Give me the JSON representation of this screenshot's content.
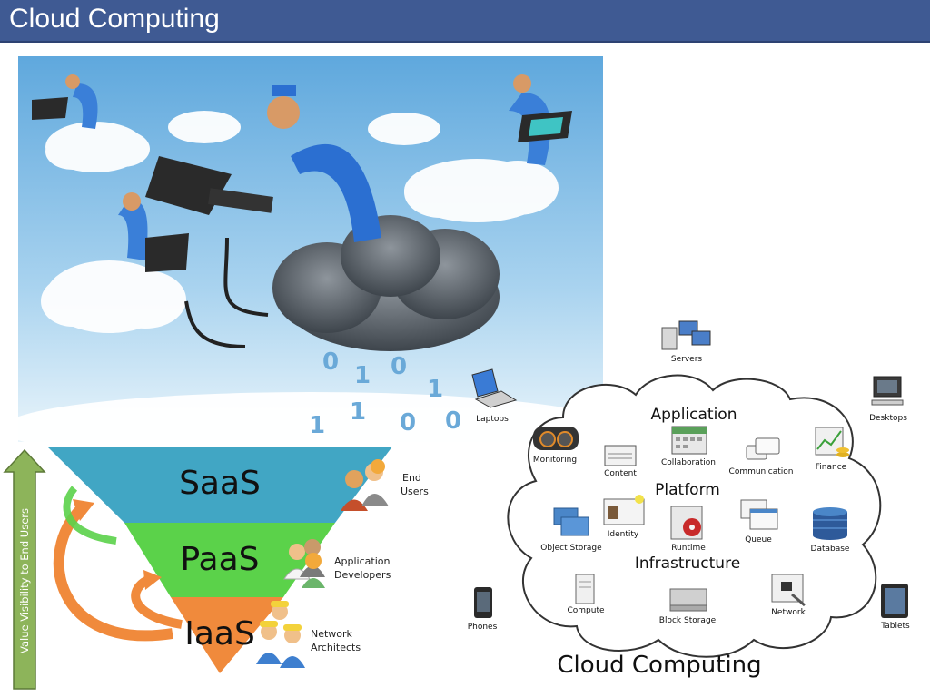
{
  "slide": {
    "title": "Cloud Computing"
  },
  "pyramid": {
    "axis_label": "Value Visibility to End Users",
    "tiers": [
      {
        "name": "SaaS",
        "audience_line1": "End",
        "audience_line2": "Users",
        "color": "#41a6c4"
      },
      {
        "name": "PaaS",
        "audience_line1": "Application",
        "audience_line2": "Developers",
        "color": "#5bd24a"
      },
      {
        "name": "IaaS",
        "audience_line1": "Network",
        "audience_line2": "Architects",
        "color": "#f08a3c"
      }
    ]
  },
  "cloud": {
    "caption": "Cloud Computing",
    "layers": {
      "application": "Application",
      "platform": "Platform",
      "infrastructure": "Infrastructure"
    },
    "devices": {
      "servers": "Servers",
      "laptops": "Laptops",
      "desktops": "Desktops",
      "phones": "Phones",
      "tablets": "Tablets"
    },
    "application_items": {
      "monitoring": "Monitoring",
      "content": "Content",
      "collaboration": "Collaboration",
      "communication": "Communication",
      "finance": "Finance"
    },
    "platform_items": {
      "object_storage": "Object Storage",
      "identity": "Identity",
      "runtime": "Runtime",
      "queue": "Queue",
      "database": "Database"
    },
    "infrastructure_items": {
      "compute": "Compute",
      "block_storage": "Block Storage",
      "network": "Network"
    }
  },
  "colors": {
    "title_bar": "#3f5a93",
    "saas": "#41a6c4",
    "paas": "#5bd24a",
    "iaas": "#f08a3c",
    "axis_arrow": "#8db45a"
  }
}
